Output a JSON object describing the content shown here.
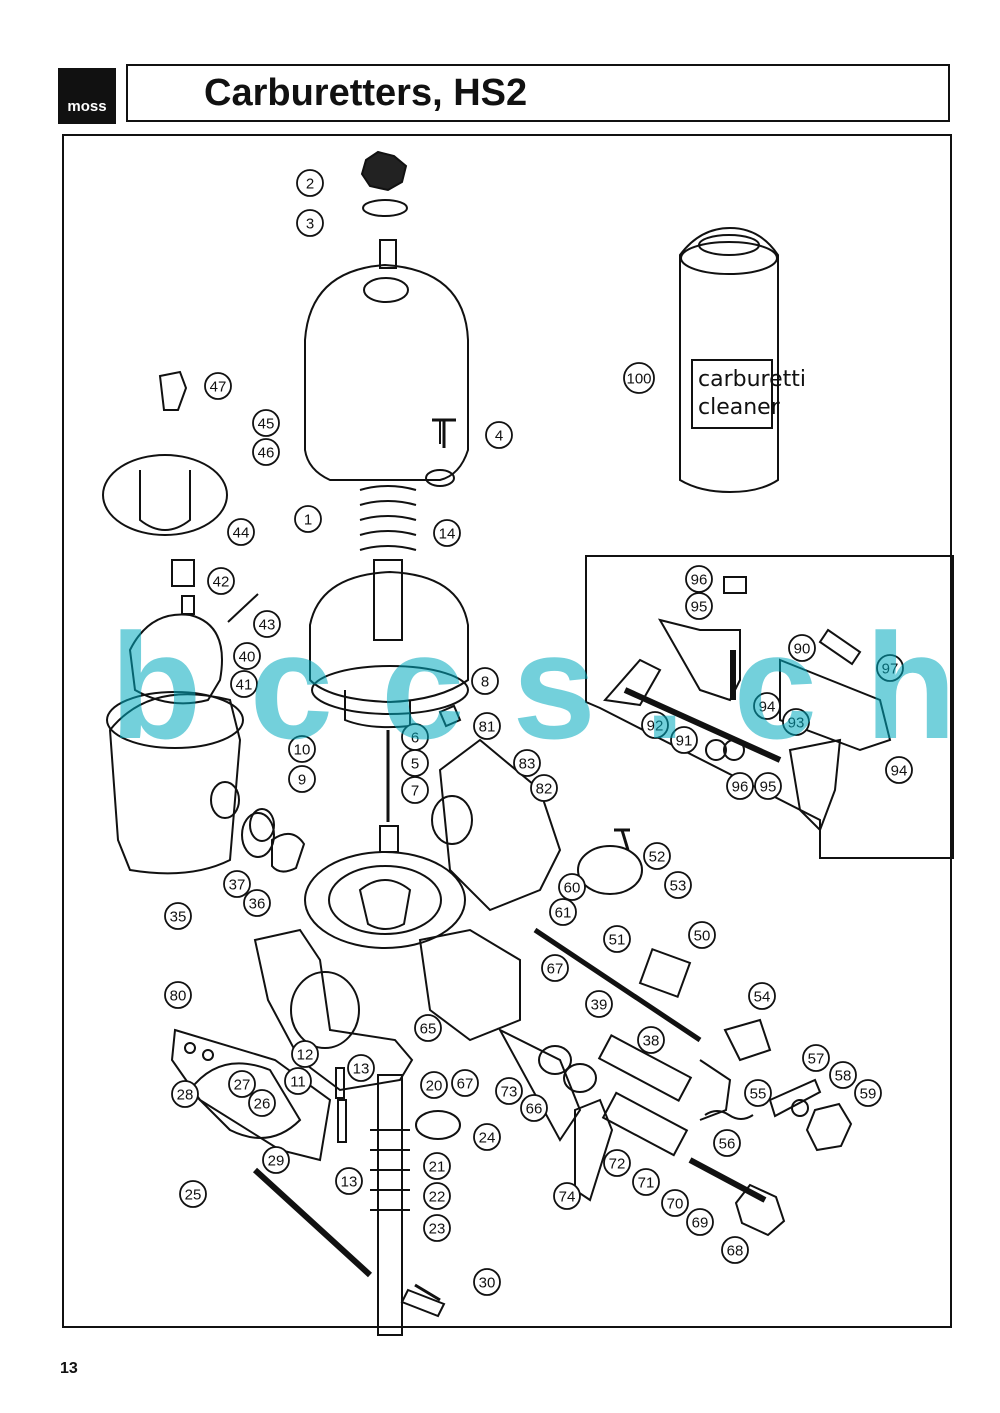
{
  "header": {
    "logo_text": "moss",
    "title": "Carburetters, HS2"
  },
  "page_number": "13",
  "watermark": "bccs.ch",
  "can": {
    "line1": "carburetti",
    "line2": "cleaner"
  },
  "parts": [
    {
      "id": "p2",
      "label": "2"
    },
    {
      "id": "p3",
      "label": "3"
    },
    {
      "id": "p4",
      "label": "4"
    },
    {
      "id": "p1",
      "label": "1"
    },
    {
      "id": "p14",
      "label": "14"
    },
    {
      "id": "p47",
      "label": "47"
    },
    {
      "id": "p45",
      "label": "45"
    },
    {
      "id": "p46",
      "label": "46"
    },
    {
      "id": "p44",
      "label": "44"
    },
    {
      "id": "p42",
      "label": "42"
    },
    {
      "id": "p43",
      "label": "43"
    },
    {
      "id": "p40",
      "label": "40"
    },
    {
      "id": "p41",
      "label": "41"
    },
    {
      "id": "p8",
      "label": "8"
    },
    {
      "id": "p6",
      "label": "6"
    },
    {
      "id": "p5",
      "label": "5"
    },
    {
      "id": "p10",
      "label": "10"
    },
    {
      "id": "p9",
      "label": "9"
    },
    {
      "id": "p7",
      "label": "7"
    },
    {
      "id": "p81",
      "label": "81"
    },
    {
      "id": "p83",
      "label": "83"
    },
    {
      "id": "p82",
      "label": "82"
    },
    {
      "id": "p37",
      "label": "37"
    },
    {
      "id": "p36",
      "label": "36"
    },
    {
      "id": "p35",
      "label": "35"
    },
    {
      "id": "p52",
      "label": "52"
    },
    {
      "id": "p53",
      "label": "53"
    },
    {
      "id": "p60",
      "label": "60"
    },
    {
      "id": "p61",
      "label": "61"
    },
    {
      "id": "p51",
      "label": "51"
    },
    {
      "id": "p50",
      "label": "50"
    },
    {
      "id": "p67a",
      "label": "67"
    },
    {
      "id": "p80",
      "label": "80"
    },
    {
      "id": "p65",
      "label": "65"
    },
    {
      "id": "p54",
      "label": "54"
    },
    {
      "id": "p39",
      "label": "39"
    },
    {
      "id": "p38",
      "label": "38"
    },
    {
      "id": "p12",
      "label": "12"
    },
    {
      "id": "p13a",
      "label": "13"
    },
    {
      "id": "p11",
      "label": "11"
    },
    {
      "id": "p20",
      "label": "20"
    },
    {
      "id": "p67b",
      "label": "67"
    },
    {
      "id": "p73",
      "label": "73"
    },
    {
      "id": "p66",
      "label": "66"
    },
    {
      "id": "p57",
      "label": "57"
    },
    {
      "id": "p58",
      "label": "58"
    },
    {
      "id": "p59",
      "label": "59"
    },
    {
      "id": "p55",
      "label": "55"
    },
    {
      "id": "p56",
      "label": "56"
    },
    {
      "id": "p28",
      "label": "28"
    },
    {
      "id": "p27",
      "label": "27"
    },
    {
      "id": "p26",
      "label": "26"
    },
    {
      "id": "p24",
      "label": "24"
    },
    {
      "id": "p13b",
      "label": "13"
    },
    {
      "id": "p21",
      "label": "21"
    },
    {
      "id": "p22",
      "label": "22"
    },
    {
      "id": "p23",
      "label": "23"
    },
    {
      "id": "p29",
      "label": "29"
    },
    {
      "id": "p25",
      "label": "25"
    },
    {
      "id": "p72",
      "label": "72"
    },
    {
      "id": "p71",
      "label": "71"
    },
    {
      "id": "p74",
      "label": "74"
    },
    {
      "id": "p70",
      "label": "70"
    },
    {
      "id": "p69",
      "label": "69"
    },
    {
      "id": "p68",
      "label": "68"
    },
    {
      "id": "p30",
      "label": "30"
    },
    {
      "id": "p100",
      "label": "100"
    },
    {
      "id": "p96a",
      "label": "96"
    },
    {
      "id": "p95a",
      "label": "95"
    },
    {
      "id": "p90",
      "label": "90"
    },
    {
      "id": "p97",
      "label": "97"
    },
    {
      "id": "p94a",
      "label": "94"
    },
    {
      "id": "p92",
      "label": "92"
    },
    {
      "id": "p91",
      "label": "91"
    },
    {
      "id": "p93",
      "label": "93"
    },
    {
      "id": "p96b",
      "label": "96"
    },
    {
      "id": "p95b",
      "label": "95"
    },
    {
      "id": "p94b",
      "label": "94"
    }
  ]
}
